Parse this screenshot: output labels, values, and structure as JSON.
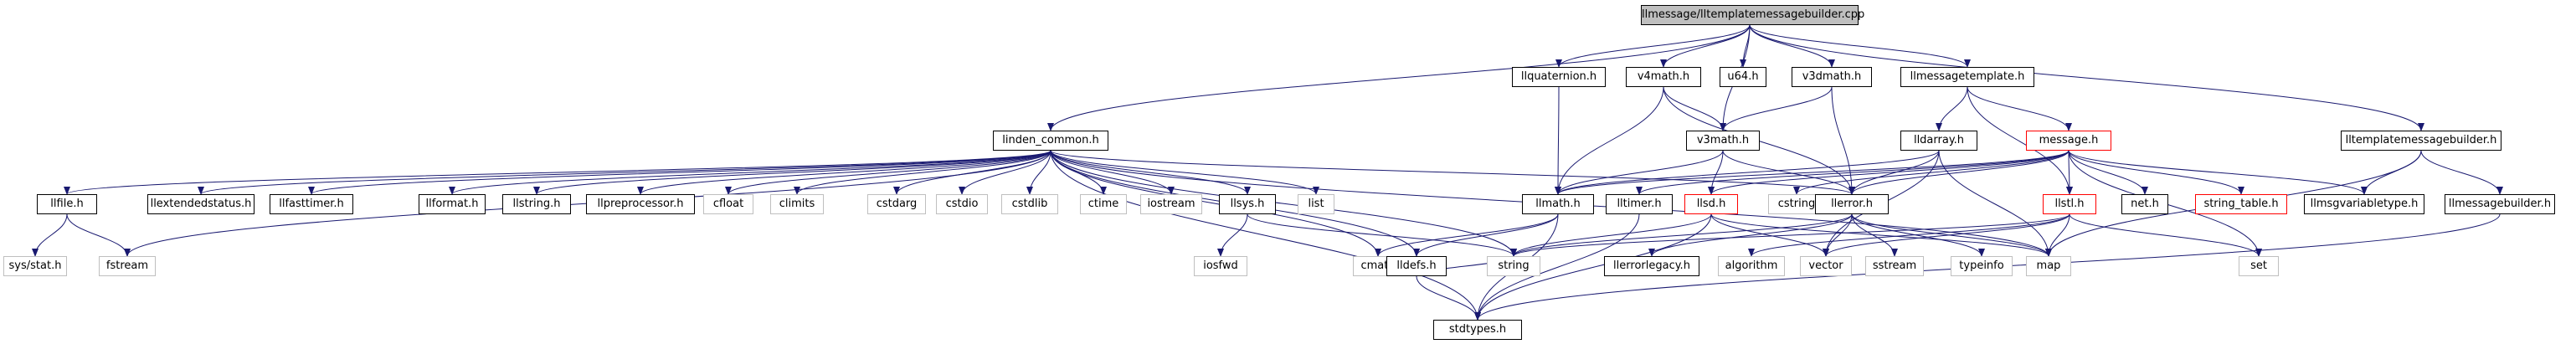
{
  "diagram": {
    "colors": {
      "edge": "#191970",
      "node_border": "#000000",
      "system_header_border": "#bfbfbf",
      "truncated_border": "#ff0000",
      "root_fill": "#bfbfbf"
    },
    "nodes": [
      {
        "id": "root",
        "label": "llmessage/lltemplatemessagebuilder.cpp",
        "style": "root"
      },
      {
        "id": "llquaternion",
        "label": "llquaternion.h",
        "style": "black"
      },
      {
        "id": "v4math",
        "label": "v4math.h",
        "style": "black"
      },
      {
        "id": "u64",
        "label": "u64.h",
        "style": "black"
      },
      {
        "id": "v3dmath",
        "label": "v3dmath.h",
        "style": "black"
      },
      {
        "id": "llmessagetemplate",
        "label": "llmessagetemplate.h",
        "style": "black"
      },
      {
        "id": "lltemplatemessagebuilder",
        "label": "lltemplatemessagebuilder.h",
        "style": "black"
      },
      {
        "id": "linden_common",
        "label": "linden_common.h",
        "style": "black"
      },
      {
        "id": "v3math",
        "label": "v3math.h",
        "style": "black"
      },
      {
        "id": "lldarray",
        "label": "lldarray.h",
        "style": "black"
      },
      {
        "id": "message",
        "label": "message.h",
        "style": "red"
      },
      {
        "id": "llfile",
        "label": "llfile.h",
        "style": "black"
      },
      {
        "id": "llextendedstatus",
        "label": "llextendedstatus.h",
        "style": "black"
      },
      {
        "id": "llfasttimer",
        "label": "llfasttimer.h",
        "style": "black"
      },
      {
        "id": "llformat",
        "label": "llformat.h",
        "style": "black"
      },
      {
        "id": "llstring",
        "label": "llstring.h",
        "style": "black"
      },
      {
        "id": "llpreprocessor",
        "label": "llpreprocessor.h",
        "style": "black"
      },
      {
        "id": "cfloat",
        "label": "cfloat",
        "style": "gray"
      },
      {
        "id": "climits",
        "label": "climits",
        "style": "gray"
      },
      {
        "id": "cstdarg",
        "label": "cstdarg",
        "style": "gray"
      },
      {
        "id": "cstdio",
        "label": "cstdio",
        "style": "gray"
      },
      {
        "id": "cstdlib",
        "label": "cstdlib",
        "style": "gray"
      },
      {
        "id": "ctime",
        "label": "ctime",
        "style": "gray"
      },
      {
        "id": "iostream",
        "label": "iostream",
        "style": "gray"
      },
      {
        "id": "llsys",
        "label": "llsys.h",
        "style": "black"
      },
      {
        "id": "list",
        "label": "list",
        "style": "gray"
      },
      {
        "id": "llmath",
        "label": "llmath.h",
        "style": "black"
      },
      {
        "id": "lltimer",
        "label": "lltimer.h",
        "style": "black"
      },
      {
        "id": "llsd",
        "label": "llsd.h",
        "style": "red"
      },
      {
        "id": "cstring",
        "label": "cstring",
        "style": "gray"
      },
      {
        "id": "llerror",
        "label": "llerror.h",
        "style": "black"
      },
      {
        "id": "lltsl",
        "label": "llstl.h",
        "style": "red"
      },
      {
        "id": "neth",
        "label": "net.h",
        "style": "black"
      },
      {
        "id": "string_table",
        "label": "string_table.h",
        "style": "red"
      },
      {
        "id": "llmsgvariabletype",
        "label": "llmsgvariabletype.h",
        "style": "black"
      },
      {
        "id": "llmessagebuilder",
        "label": "llmessagebuilder.h",
        "style": "black"
      },
      {
        "id": "sysstat",
        "label": "sys/stat.h",
        "style": "gray"
      },
      {
        "id": "fstream",
        "label": "fstream",
        "style": "gray"
      },
      {
        "id": "iosfwd",
        "label": "iosfwd",
        "style": "gray"
      },
      {
        "id": "cmath",
        "label": "cmath",
        "style": "gray"
      },
      {
        "id": "lldefs",
        "label": "lldefs.h",
        "style": "black"
      },
      {
        "id": "string",
        "label": "string",
        "style": "gray"
      },
      {
        "id": "llerrorlegacy",
        "label": "llerrorlegacy.h",
        "style": "black"
      },
      {
        "id": "algorithm",
        "label": "algorithm",
        "style": "gray"
      },
      {
        "id": "vector",
        "label": "vector",
        "style": "gray"
      },
      {
        "id": "sstream",
        "label": "sstream",
        "style": "gray"
      },
      {
        "id": "typeinfo",
        "label": "typeinfo",
        "style": "gray"
      },
      {
        "id": "map",
        "label": "map",
        "style": "gray"
      },
      {
        "id": "set",
        "label": "set",
        "style": "gray"
      },
      {
        "id": "stdtypes",
        "label": "stdtypes.h",
        "style": "black"
      }
    ],
    "edges": [
      [
        "root",
        "llquaternion"
      ],
      [
        "root",
        "v4math"
      ],
      [
        "root",
        "u64"
      ],
      [
        "root",
        "v3dmath"
      ],
      [
        "root",
        "llmessagetemplate"
      ],
      [
        "root",
        "lltemplatemessagebuilder"
      ],
      [
        "root",
        "linden_common"
      ],
      [
        "root",
        "v3math"
      ],
      [
        "llquaternion",
        "llmath"
      ],
      [
        "v4math",
        "v3math"
      ],
      [
        "v4math",
        "llmath"
      ],
      [
        "v4math",
        "llerror"
      ],
      [
        "v3dmath",
        "v3math"
      ],
      [
        "v3dmath",
        "llerror"
      ],
      [
        "llmessagetemplate",
        "lldarray"
      ],
      [
        "llmessagetemplate",
        "message"
      ],
      [
        "llmessagetemplate",
        "lltsl"
      ],
      [
        "lltemplatemessagebuilder",
        "llmessagebuilder"
      ],
      [
        "lltemplatemessagebuilder",
        "llmsgvariabletype"
      ],
      [
        "lltemplatemessagebuilder",
        "map"
      ],
      [
        "linden_common",
        "llfile"
      ],
      [
        "linden_common",
        "llextendedstatus"
      ],
      [
        "linden_common",
        "llfasttimer"
      ],
      [
        "linden_common",
        "llformat"
      ],
      [
        "linden_common",
        "llstring"
      ],
      [
        "linden_common",
        "llpreprocessor"
      ],
      [
        "linden_common",
        "cfloat"
      ],
      [
        "linden_common",
        "climits"
      ],
      [
        "linden_common",
        "cstdarg"
      ],
      [
        "linden_common",
        "cstdio"
      ],
      [
        "linden_common",
        "cstdlib"
      ],
      [
        "linden_common",
        "ctime"
      ],
      [
        "linden_common",
        "iostream"
      ],
      [
        "linden_common",
        "llsys"
      ],
      [
        "linden_common",
        "list"
      ],
      [
        "linden_common",
        "llerror"
      ],
      [
        "linden_common",
        "lldefs"
      ],
      [
        "linden_common",
        "string"
      ],
      [
        "linden_common",
        "stdtypes"
      ],
      [
        "linden_common",
        "fstream"
      ],
      [
        "linden_common",
        "map"
      ],
      [
        "linden_common",
        "cmath"
      ],
      [
        "v3math",
        "llmath"
      ],
      [
        "v3math",
        "llerror"
      ],
      [
        "v3math",
        "llsd"
      ],
      [
        "lldarray",
        "llmath"
      ],
      [
        "lldarray",
        "llerror"
      ],
      [
        "lldarray",
        "vector"
      ],
      [
        "lldarray",
        "map"
      ],
      [
        "message",
        "lltsl"
      ],
      [
        "message",
        "neth"
      ],
      [
        "message",
        "string_table"
      ],
      [
        "message",
        "llmsgvariabletype"
      ],
      [
        "message",
        "llmath"
      ],
      [
        "message",
        "llerror"
      ],
      [
        "message",
        "cstring"
      ],
      [
        "message",
        "set"
      ],
      [
        "message",
        "llsd"
      ],
      [
        "message",
        "lltimer"
      ],
      [
        "llfile",
        "sysstat"
      ],
      [
        "llfile",
        "fstream"
      ],
      [
        "llsys",
        "iosfwd"
      ],
      [
        "llsys",
        "string"
      ],
      [
        "llmath",
        "cmath"
      ],
      [
        "llmath",
        "lldefs"
      ],
      [
        "llmath",
        "stdtypes"
      ],
      [
        "lltimer",
        "stdtypes"
      ],
      [
        "llsd",
        "stdtypes"
      ],
      [
        "llsd",
        "string"
      ],
      [
        "llsd",
        "map"
      ],
      [
        "llsd",
        "vector"
      ],
      [
        "llerror",
        "llerrorlegacy"
      ],
      [
        "llerror",
        "sstream"
      ],
      [
        "llerror",
        "typeinfo"
      ],
      [
        "llerror",
        "map"
      ],
      [
        "llerror",
        "vector"
      ],
      [
        "llerror",
        "string"
      ],
      [
        "lltsl",
        "map"
      ],
      [
        "lltsl",
        "set"
      ],
      [
        "lltsl",
        "vector"
      ],
      [
        "lltsl",
        "algorithm"
      ],
      [
        "lltsl",
        "string"
      ],
      [
        "llmessagebuilder",
        "stdtypes"
      ],
      [
        "lldefs",
        "stdtypes"
      ],
      [
        "lldefs",
        "string"
      ]
    ]
  }
}
